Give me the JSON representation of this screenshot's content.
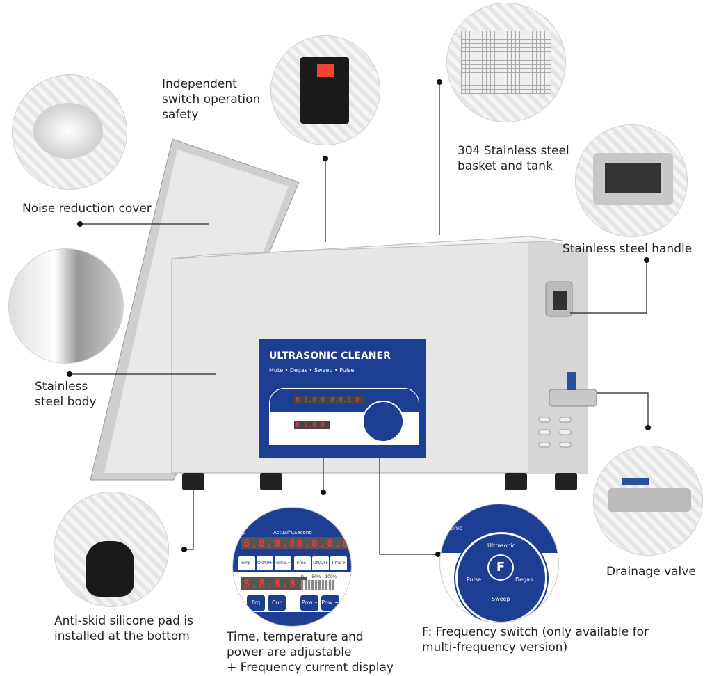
{
  "labels": {
    "switch": "Independent\nswitch operation\nsafety",
    "cover": "Noise reduction cover",
    "basket": "304 Stainless steel\nbasket and tank",
    "handle": "Stainless steel handle",
    "body": "Stainless\nsteel body",
    "valve": "Drainage valve",
    "pad": "Anti-skid silicone pad is\ninstalled at the bottom",
    "display": "Time, temperature and\npower are adjustable\n+ Frequency current display",
    "freq": "F: Frequency switch (only available for\n multi-frequency version)"
  },
  "panel": {
    "title": "ULTRASONIC CLEANER",
    "subtitle": "Mute • Degas • Sweep • Pulse"
  },
  "display_detail": {
    "temp_label": "°C",
    "actual_label": "Actual°C",
    "second_label": "Second",
    "digits": "8.8.8.8.",
    "buttons_top": [
      "Temp –",
      "ON/OFF",
      "Temp +",
      "Time –",
      "ON/OFF",
      "Time +"
    ],
    "buttons_bottom": [
      "Frq",
      "Cur",
      "Pow –",
      "Pow +"
    ],
    "scale": [
      "0",
      "50%",
      "100%"
    ]
  },
  "dial": {
    "center": "F",
    "modes": [
      "Ultrasonic",
      "Pulse",
      "Degas",
      "Sweep"
    ],
    "corner_label": "asonic"
  },
  "colors": {
    "panel_blue": "#1c3f94",
    "steel": "#d8d8d8",
    "display_red": "#ee3333"
  }
}
